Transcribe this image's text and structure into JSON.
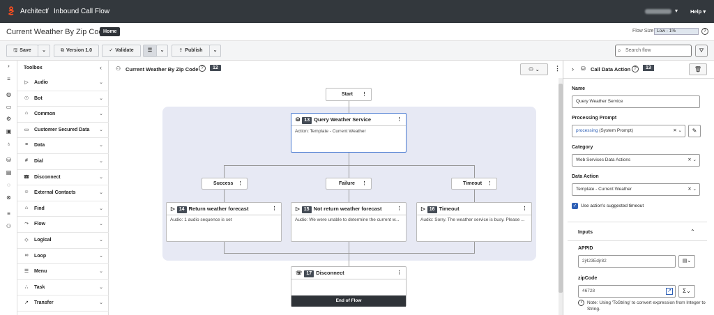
{
  "header": {
    "app": "Architect",
    "sep": "/",
    "section": "Inbound Call Flow",
    "help": "Help ▾"
  },
  "subheader": {
    "title": "Current Weather By Zip Code",
    "home": "Home",
    "flow_size_label": "Flow Size:",
    "flow_size_value": "Low - 1%",
    "help": "?"
  },
  "toolbar": {
    "save": "Save",
    "version": "Version 1.0",
    "validate": "Validate",
    "publish": "Publish",
    "search_placeholder": "Search flow"
  },
  "toolbox": {
    "title": "Toolbox",
    "items": [
      {
        "label": "Audio",
        "icon": "▷"
      },
      {
        "label": "Bot",
        "icon": "☉"
      },
      {
        "label": "Common",
        "icon": "⌂"
      },
      {
        "label": "Customer Secured Data",
        "icon": "▭"
      },
      {
        "label": "Data",
        "icon": "≡"
      },
      {
        "label": "Dial",
        "icon": "#"
      },
      {
        "label": "Disconnect",
        "icon": "☎"
      },
      {
        "label": "External Contacts",
        "icon": "☺"
      },
      {
        "label": "Find",
        "icon": "⌂"
      },
      {
        "label": "Flow",
        "icon": "⤳"
      },
      {
        "label": "Logical",
        "icon": "◇"
      },
      {
        "label": "Loop",
        "icon": "∞"
      },
      {
        "label": "Menu",
        "icon": "☰"
      },
      {
        "label": "Task",
        "icon": "∴"
      },
      {
        "label": "Transfer",
        "icon": "↗"
      }
    ]
  },
  "canvas": {
    "title": "Current Weather By Zip Code",
    "count": "12",
    "start": "Start",
    "query": {
      "num": "13",
      "title": "Query Weather Service",
      "body": "Action: Template - Current Weather"
    },
    "success": "Success",
    "failure": "Failure",
    "timeout": "Timeout",
    "n14": {
      "num": "14",
      "title": "Return weather forecast",
      "body": "Audio: 1 audio sequence is set"
    },
    "n15": {
      "num": "15",
      "title": "Not return weather forecast",
      "body": "Audio: We were unable to determine the current w..."
    },
    "n16": {
      "num": "16",
      "title": "Timeout",
      "body": "Audio: Sorry. The weather service is busy. Please ..."
    },
    "n17": {
      "num": "17",
      "title": "Disconnect",
      "footer": "End of Flow"
    }
  },
  "panel": {
    "title": "Call Data Action",
    "num": "13",
    "name_label": "Name",
    "name_value": "Query Weather Service",
    "prompt_label": "Processing Prompt",
    "prompt_value": "processing",
    "prompt_suffix": "(System Prompt)",
    "category_label": "Category",
    "category_value": "Web Services Data Actions",
    "action_label": "Data Action",
    "action_value": "Template - Current Weather",
    "timeout_check": "Use action's suggested timeout",
    "inputs": "Inputs",
    "appid_label": "APPID",
    "appid_value": "2j423Edjr82",
    "zip_label": "zipCode",
    "zip_value": "46728",
    "note": "Note: Using 'ToString' to convert expression from Integer to String."
  }
}
